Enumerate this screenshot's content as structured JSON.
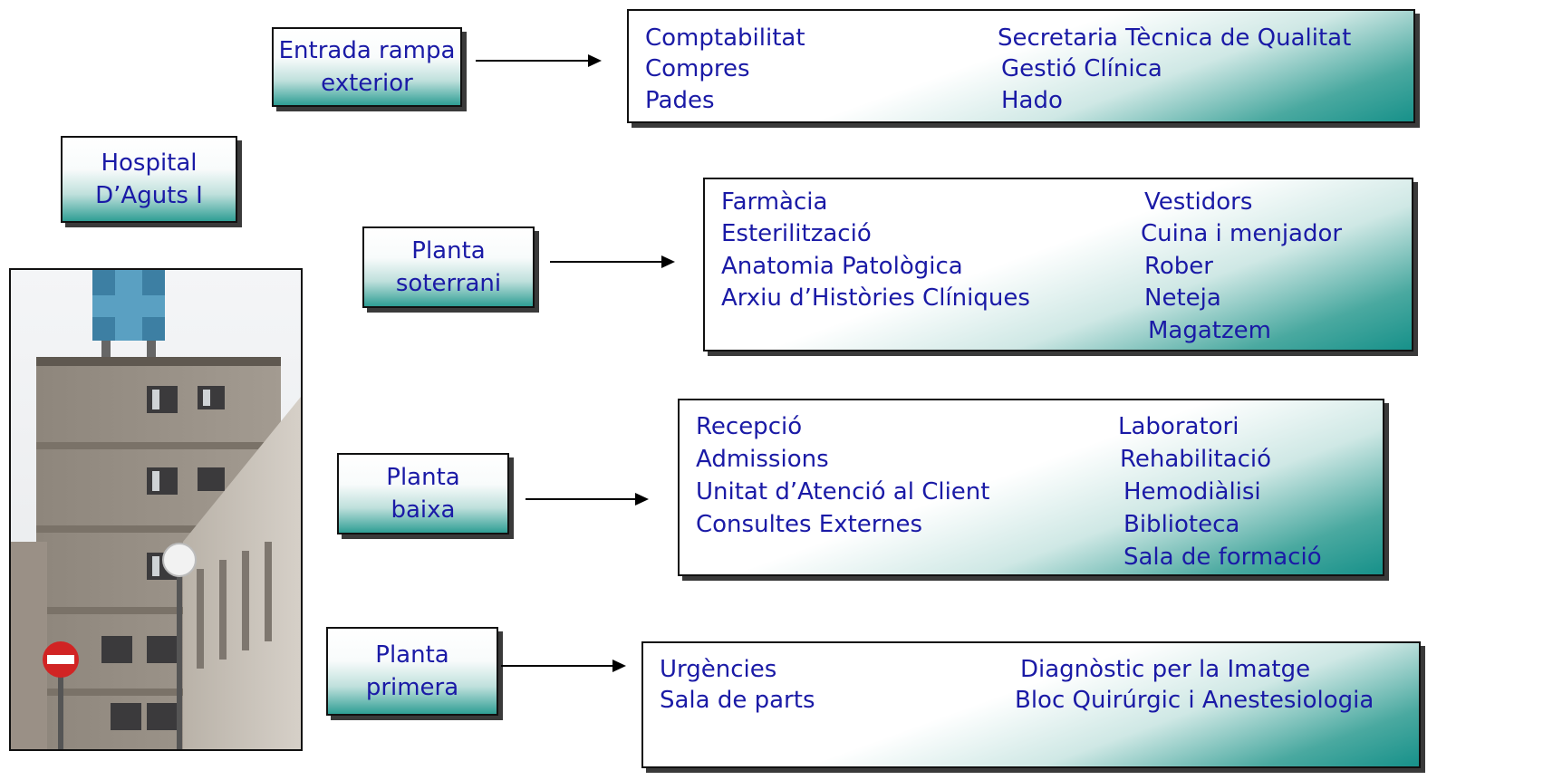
{
  "hospital_label": {
    "line1": "Hospital",
    "line2": "D’Aguts I"
  },
  "floors": [
    {
      "label_lines": [
        "Entrada rampa",
        "exterior"
      ],
      "left_items": [
        "Comptabilitat",
        "Compres",
        "Pades"
      ],
      "right_items": [
        "Secretaria Tècnica de Qualitat",
        "Gestió Clínica",
        "Hado"
      ]
    },
    {
      "label_lines": [
        "Planta",
        "soterrani"
      ],
      "left_items": [
        "Farmàcia",
        "Esterilització",
        "Anatomia Patològica",
        "Arxiu d’Històries Clíniques"
      ],
      "right_items": [
        "Vestidors",
        "Cuina i menjador",
        "Rober",
        "Neteja",
        "Magatzem"
      ]
    },
    {
      "label_lines": [
        "Planta",
        "baixa"
      ],
      "left_items": [
        "Recepció",
        "Admissions",
        "Unitat d’Atenció al Client",
        "Consultes Externes"
      ],
      "right_items": [
        "Laboratori",
        "Rehabilitació",
        "Hemodiàlisi",
        "Biblioteca",
        "Sala de formació"
      ]
    },
    {
      "label_lines": [
        "Planta",
        "primera"
      ],
      "left_items": [
        "Urgències",
        "Sala de parts"
      ],
      "right_items": [
        "Diagnòstic per la Imatge",
        "Bloc Quirúrgic i Anestesiologia"
      ]
    }
  ],
  "colors": {
    "text": "#1a1aa6",
    "gradient_teal": "#17918a",
    "border": "#111111"
  }
}
